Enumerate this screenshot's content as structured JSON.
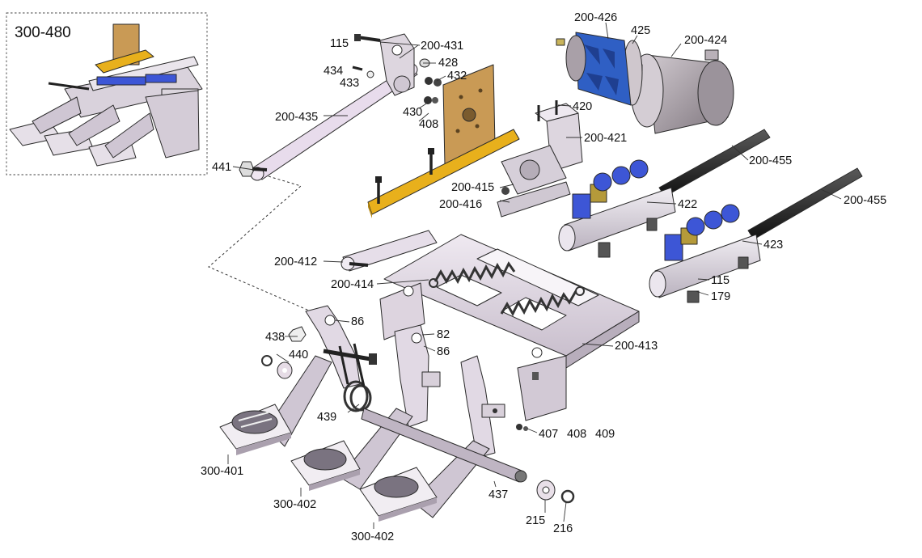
{
  "inset": {
    "title": "300-480"
  },
  "labels": {
    "l115a": "115",
    "l431": "200-431",
    "l434": "434",
    "l433": "433",
    "l428": "428",
    "l432": "432",
    "l435": "200-435",
    "l430": "430",
    "l408a": "408",
    "l426": "200-426",
    "l425": "425",
    "l424": "200-424",
    "l420": "420",
    "l421": "200-421",
    "l441": "441",
    "l455a": "200-455",
    "l415": "200-415",
    "l416": "200-416",
    "l422": "422",
    "l455b": "200-455",
    "l423": "423",
    "l412": "200-412",
    "l414": "200-414",
    "l115b": "115",
    "l179": "179",
    "l86a": "86",
    "l438": "438",
    "l82": "82",
    "l86b": "86",
    "l440": "440",
    "l413": "200-413",
    "l439": "439",
    "l407": "407",
    "l408b": "408",
    "l409": "409",
    "l401": "300-401",
    "l402a": "300-402",
    "l437": "437",
    "l215": "215",
    "l216": "216",
    "l402b": "300-402"
  },
  "colors": {
    "frame": "#e4dde7",
    "frame_shadow": "#c7bccc",
    "plate": "#c99a55",
    "plate_base": "#e8b01c",
    "motor_body": "#a9a0a8",
    "motor_blue": "#2f5fc4",
    "shaft": "#2c2c2c",
    "valve_body": "#dcd6de",
    "valve_blue": "#3d56d6",
    "valve_gold": "#b59a3a"
  },
  "icons": [
    "pedal-icon",
    "spring-icon",
    "cylinder-icon",
    "valve-block-icon",
    "rod-icon",
    "bracket-icon",
    "bolt-icon"
  ]
}
